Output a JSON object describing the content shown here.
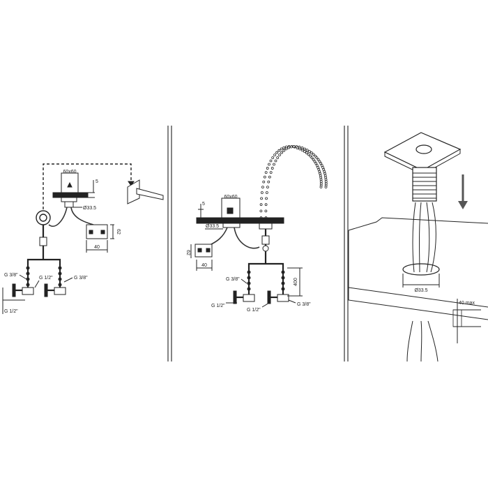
{
  "panel_left": {
    "box_label": "60x60",
    "dim_thickness": "5",
    "dim_hole": "Ø33.5",
    "dim_box_height": "62",
    "dim_box_width": "40",
    "conn_a": "G 3/8\"",
    "conn_b": "G 1/2\"",
    "conn_c": "G 3/8\"",
    "conn_d": "G 1/2\""
  },
  "panel_middle": {
    "box_label": "60x60",
    "dim_thickness": "5",
    "dim_hole": "Ø33.5",
    "dim_box_height": "62",
    "dim_box_width": "40",
    "dim_hose": "400",
    "conn_a": "G 3/8\"",
    "conn_b": "G 1/2\"",
    "conn_c": "G 1/2\"",
    "conn_d": "G 3/8\""
  },
  "panel_right": {
    "dim_hole": "Ø33.5",
    "dim_max": "40 max"
  }
}
